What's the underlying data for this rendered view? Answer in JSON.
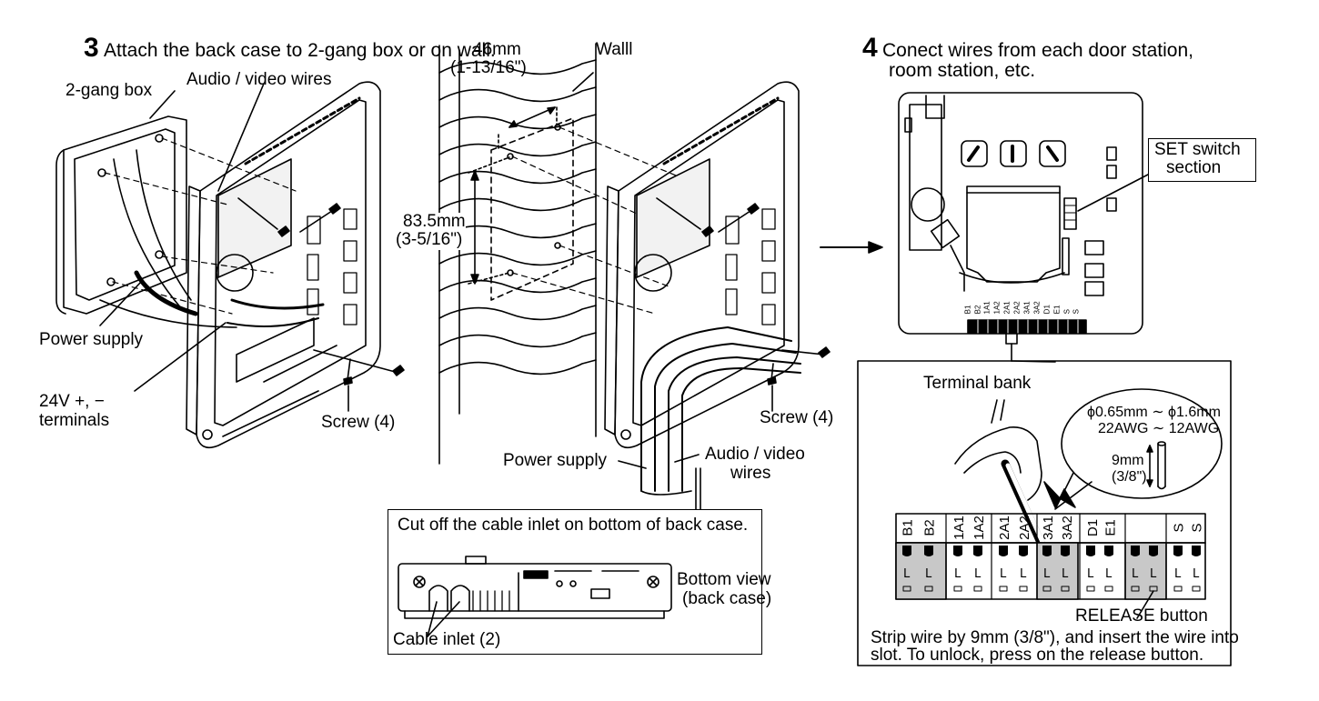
{
  "step3": {
    "number": "3",
    "title": "Attach the back case to 2-gang box or on wall.",
    "labels": {
      "gang_box": "2-gang box",
      "audio_video_wires_top": "Audio / video wires",
      "power_supply_left": "Power supply",
      "terminals_24v_line1": "24V +, −",
      "terminals_24v_line2": "terminals",
      "screw_left": "Screw (4)",
      "dim_46": "46mm",
      "dim_46_in": "(1-13/16\")",
      "wall": "Walll",
      "dim_83": "83.5mm",
      "dim_83_in": "(3-5/16\")",
      "screw_right": "Screw (4)",
      "power_supply_bottom": "Power supply",
      "audio_video_bottom_1": "Audio / video",
      "audio_video_bottom_2": "wires"
    },
    "inset": {
      "caption": "Cut off the cable inlet on bottom of back case.",
      "bottom_view_1": "Bottom view",
      "bottom_view_2": "(back case)",
      "cable_inlet": "Cable inlet (2)"
    }
  },
  "step4": {
    "number": "4",
    "title_line1": "Conect wires from each door station,",
    "title_line2": "room station, etc.",
    "set_switch_1": "SET switch",
    "set_switch_2": "section",
    "small_terminal_labels": [
      "B1",
      "B2",
      "1A1",
      "1A2",
      "2A1",
      "2A2",
      "3A1",
      "3A2",
      "D1",
      "E1",
      "S",
      "S"
    ],
    "terminal_bank": {
      "title": "Terminal bank",
      "wire_spec_line1": "ϕ0.65mm ∼ ϕ1.6mm",
      "wire_spec_line2": "22AWG ∼ 12AWG",
      "strip_len": "9mm",
      "strip_len_in": "(3/8\")",
      "terminals": [
        "B1",
        "B2",
        "1A1",
        "1A2",
        "2A1",
        "2A2",
        "3A1",
        "3A2",
        "D1",
        "E1",
        "S",
        "S"
      ],
      "release_button": "RELEASE button",
      "instruction_line1": "Strip wire by 9mm (3/8\"), and  insert the wire into",
      "instruction_line2": "slot. To unlock, press on the release button."
    }
  }
}
